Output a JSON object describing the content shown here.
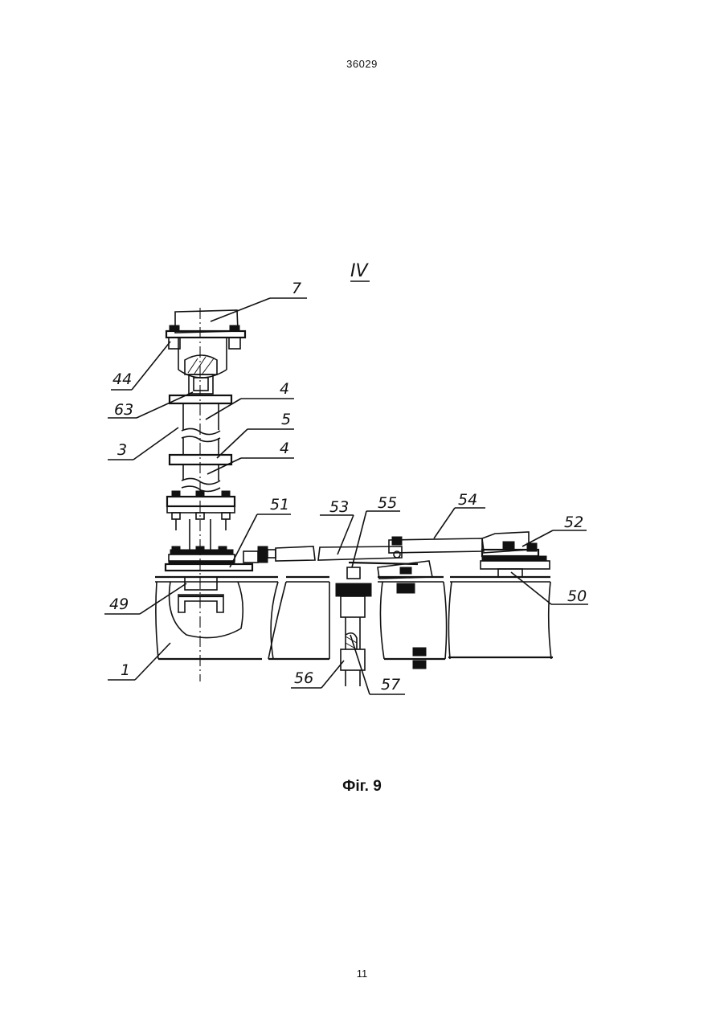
{
  "header": {
    "document_number": "36029"
  },
  "figure": {
    "view_label": "IV",
    "caption": "Фіг. 9",
    "callouts": [
      "7",
      "44",
      "63",
      "4",
      "3",
      "5",
      "4",
      "51",
      "53",
      "55",
      "54",
      "52",
      "50",
      "49",
      "1",
      "56",
      "57"
    ]
  },
  "footer": {
    "page_number": "11"
  }
}
